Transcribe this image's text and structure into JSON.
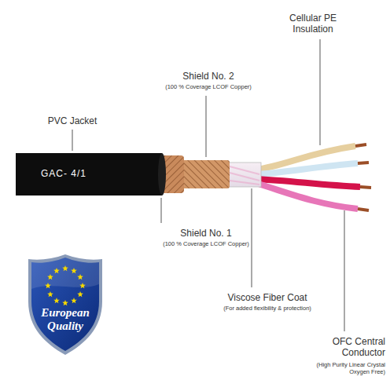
{
  "diagram": {
    "nodes": [
      {
        "text": [
          "European Quality"
        ]
      }
    ],
    "labels": [
      "Cellular PE Insulation",
      "Shield No. 2",
      "(100 % Coverage LCOF Copper)",
      "PVC Jacket",
      "GAC- 4/1",
      "Shield No. 1",
      "(100 % Coverage LCOF Copper)",
      "Viscose Fiber Coat",
      "(For added flexibility & protection)",
      "OFC Central Conductor",
      "(High Purity Linear Crystal Oxygen Free)"
    ]
  }
}
